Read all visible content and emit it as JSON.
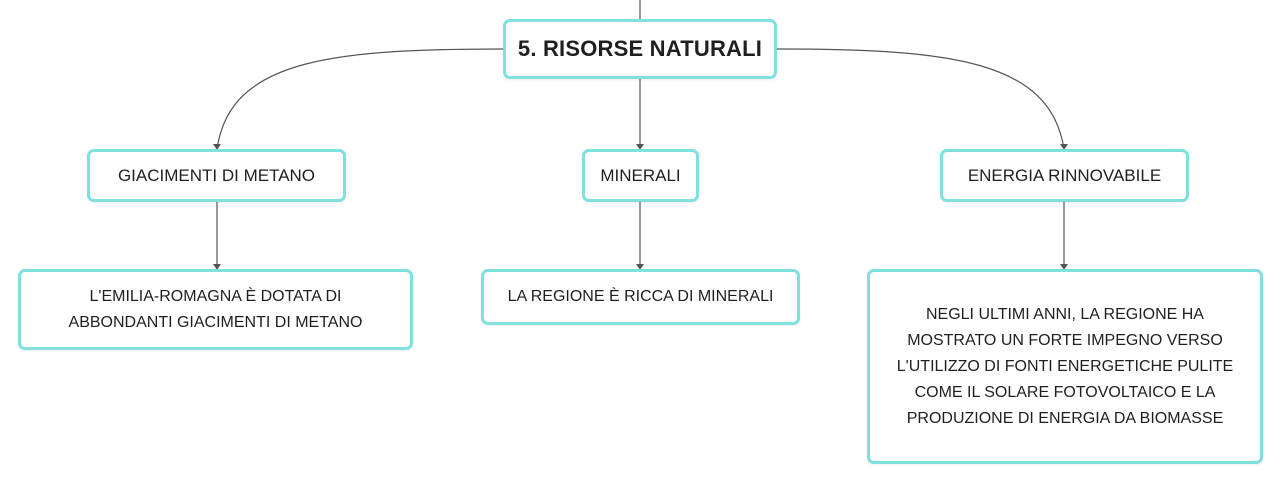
{
  "root": {
    "label": "5. RISORSE NATURALI"
  },
  "branches": [
    {
      "label": "GIACIMENTI DI METANO",
      "detail": [
        "L'EMILIA-ROMAGNA È DOTATA DI",
        "ABBONDANTI GIACIMENTI DI METANO"
      ]
    },
    {
      "label": "MINERALI",
      "detail": [
        "LA REGIONE È RICCA DI MINERALI"
      ]
    },
    {
      "label": "ENERGIA RINNOVABILE",
      "detail": [
        "NEGLI ULTIMI ANNI, LA REGIONE HA",
        "MOSTRATO UN FORTE IMPEGNO VERSO",
        "L'UTILIZZO DI FONTI ENERGETICHE PULITE",
        "COME IL SOLARE FOTOVOLTAICO E LA",
        "PRODUZIONE DI ENERGIA DA BIOMASSE"
      ]
    }
  ],
  "colors": {
    "node_border": "#7fe0e0",
    "connector": "#555555",
    "text": "#1f1f1f"
  }
}
